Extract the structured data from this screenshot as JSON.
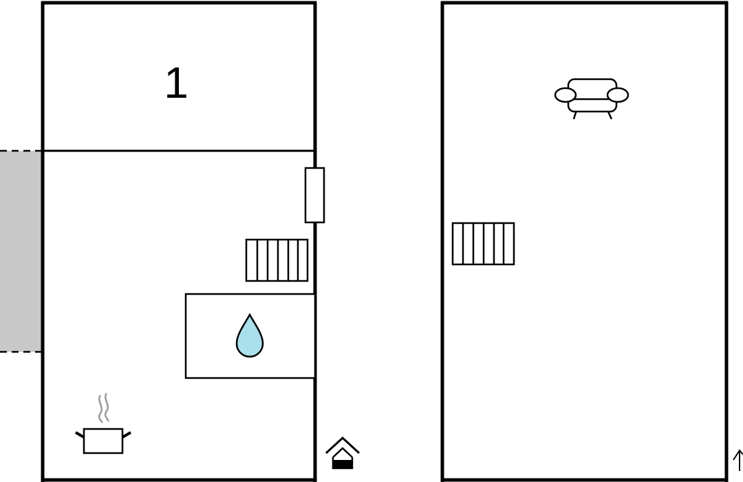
{
  "floor_plan": {
    "room_number": "1",
    "colors": {
      "wall": "#000000",
      "terrace": "#c8c8c8",
      "water_drop": "#a8e0ec",
      "steam": "#999999",
      "entrance_fill": "#000000",
      "background": "#ffffff"
    },
    "symbols": [
      "bedroom-number",
      "window",
      "radiator",
      "bathroom-water-drop",
      "kitchen-pot",
      "sofa",
      "entrance-house",
      "stairs-arrow"
    ]
  }
}
